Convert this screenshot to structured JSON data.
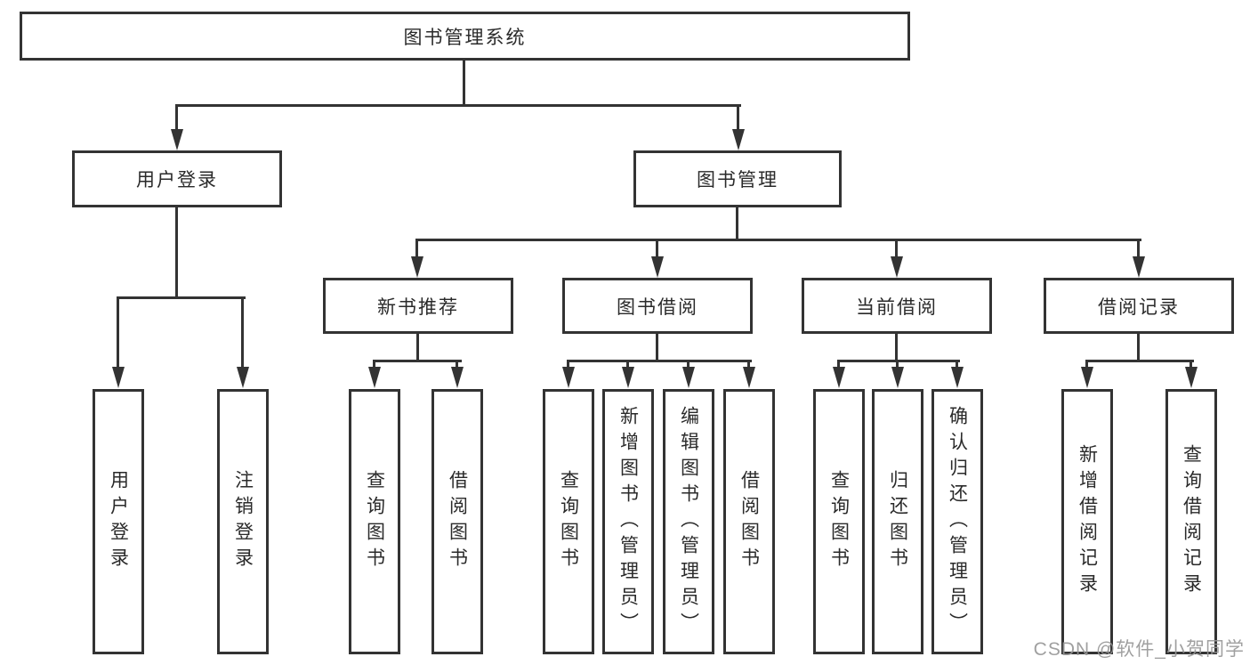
{
  "diagram": {
    "root": {
      "label": "图书管理系统"
    },
    "branches": [
      {
        "label": "用户登录",
        "children": [
          {
            "label": "用户登录"
          },
          {
            "label": "注销登录"
          }
        ]
      },
      {
        "label": "图书管理",
        "children": [
          {
            "label": "新书推荐",
            "children": [
              {
                "label": "查询图书"
              },
              {
                "label": "借阅图书"
              }
            ]
          },
          {
            "label": "图书借阅",
            "children": [
              {
                "label": "查询图书"
              },
              {
                "label": "新增图书（管理员）"
              },
              {
                "label": "编辑图书（管理员）"
              },
              {
                "label": "借阅图书"
              }
            ]
          },
          {
            "label": "当前借阅",
            "children": [
              {
                "label": "查询图书"
              },
              {
                "label": "归还图书"
              },
              {
                "label": "确认归还（管理员）"
              }
            ]
          },
          {
            "label": "借阅记录",
            "children": [
              {
                "label": "新增借阅记录"
              },
              {
                "label": "查询借阅记录"
              }
            ]
          }
        ]
      }
    ]
  },
  "watermark": {
    "text": "CSDN @软件_小贺同学"
  },
  "colors": {
    "line": "#333333",
    "text": "#2a2a2a",
    "background": "#ffffff",
    "watermark": "#969696"
  }
}
